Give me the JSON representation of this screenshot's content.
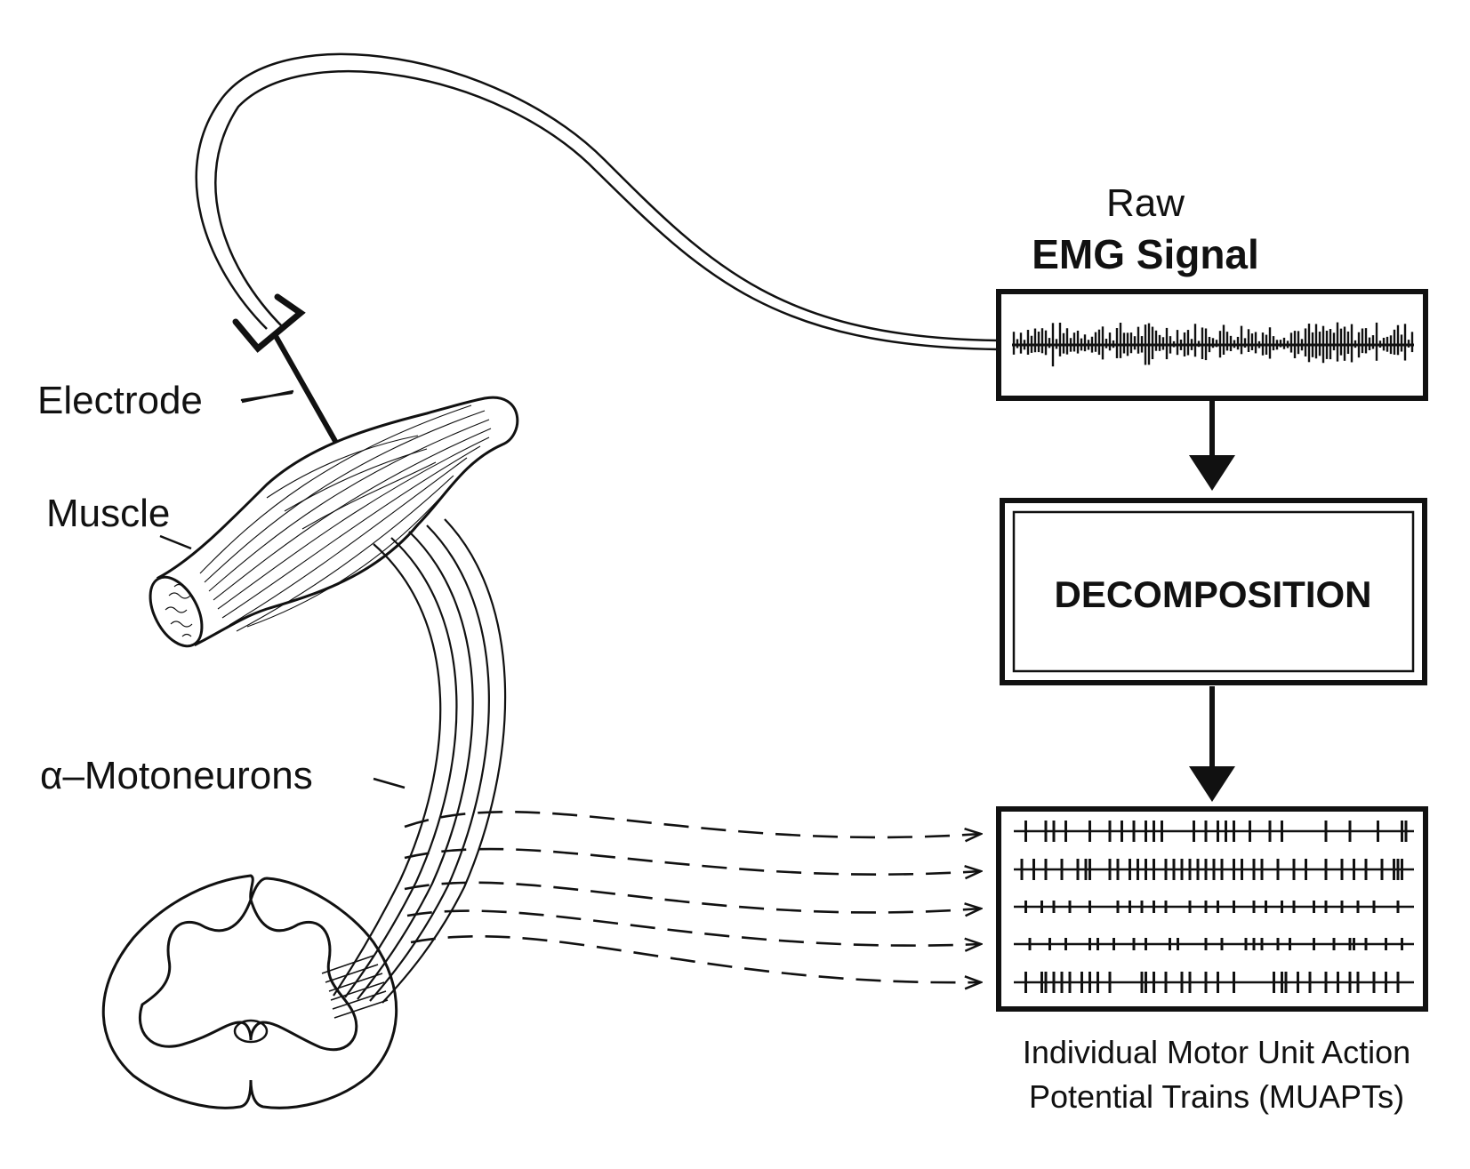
{
  "labels": {
    "raw_line1": "Raw",
    "raw_line2": "EMG Signal",
    "electrode": "Electrode",
    "muscle": "Muscle",
    "motoneurons": "α–Motoneurons",
    "decomposition": "DECOMPOSITION",
    "muapt_line1": "Individual Motor Unit Action",
    "muapt_line2": "Potential Trains (MUAPTs)"
  },
  "colors": {
    "ink": "#111111",
    "background": "#ffffff"
  },
  "muapt_trains": [
    {
      "spikes": [
        0.03,
        0.08,
        0.1,
        0.13,
        0.19,
        0.24,
        0.27,
        0.3,
        0.33,
        0.35,
        0.37,
        0.45,
        0.48,
        0.51,
        0.53,
        0.55,
        0.59,
        0.64,
        0.67,
        0.78,
        0.84,
        0.91,
        0.97,
        0.98
      ]
    },
    {
      "spikes": [
        0.02,
        0.05,
        0.08,
        0.12,
        0.16,
        0.18,
        0.19,
        0.24,
        0.26,
        0.29,
        0.31,
        0.33,
        0.35,
        0.38,
        0.4,
        0.42,
        0.44,
        0.46,
        0.48,
        0.5,
        0.52,
        0.55,
        0.57,
        0.6,
        0.62,
        0.66,
        0.7,
        0.73,
        0.78,
        0.82,
        0.85,
        0.88,
        0.92,
        0.95,
        0.96,
        0.97
      ]
    },
    {
      "spikes": [
        0.03,
        0.07,
        0.1,
        0.14,
        0.19,
        0.26,
        0.29,
        0.32,
        0.35,
        0.38,
        0.44,
        0.48,
        0.51,
        0.55,
        0.6,
        0.63,
        0.67,
        0.7,
        0.75,
        0.78,
        0.82,
        0.86,
        0.9,
        0.96
      ]
    },
    {
      "spikes": [
        0.04,
        0.09,
        0.13,
        0.19,
        0.21,
        0.25,
        0.3,
        0.33,
        0.39,
        0.41,
        0.48,
        0.52,
        0.58,
        0.6,
        0.62,
        0.66,
        0.69,
        0.75,
        0.8,
        0.84,
        0.85,
        0.88,
        0.93,
        0.97
      ]
    },
    {
      "spikes": [
        0.03,
        0.07,
        0.08,
        0.1,
        0.12,
        0.14,
        0.17,
        0.19,
        0.21,
        0.24,
        0.32,
        0.33,
        0.35,
        0.38,
        0.42,
        0.44,
        0.48,
        0.51,
        0.55,
        0.65,
        0.67,
        0.68,
        0.71,
        0.74,
        0.78,
        0.81,
        0.84,
        0.86,
        0.9,
        0.93,
        0.96
      ]
    }
  ]
}
